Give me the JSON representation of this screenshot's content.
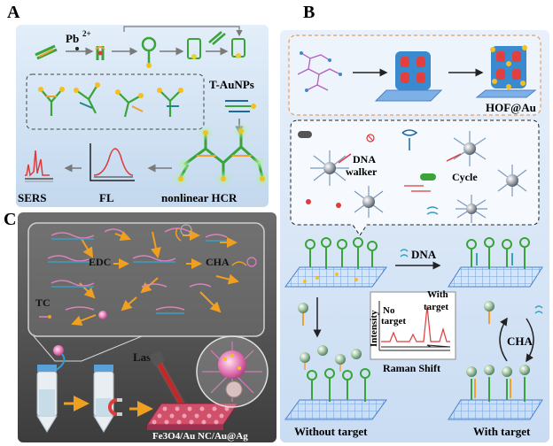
{
  "panels": {
    "a": {
      "letter": "A",
      "ion_label": "Pb",
      "ion_charge": "2+",
      "nanoparticle_label": "T-AuNPs",
      "readouts": [
        "SERS",
        "FL",
        "nonlinear  HCR"
      ]
    },
    "b": {
      "letter": "B",
      "material_label": "HOF@Au",
      "walker_label_1": "DNA",
      "walker_label_2": "walker",
      "cycle_label": "Cycle",
      "dna_arrow_label": "DNA",
      "cha_label": "CHA",
      "without_target_label": "Without target",
      "with_target_label": "With target",
      "spectrum": {
        "y_axis": "Intensity",
        "x_axis": "Raman  Shift",
        "no_target_1": "No",
        "no_target_2": "target",
        "with_target_1": "With",
        "with_target_2": "target"
      }
    },
    "c": {
      "letter": "C",
      "edc_label": "EDC",
      "cha_label": "CHA",
      "tc_label": "TC",
      "laser_label": "Laser",
      "substrate_label": "Fe3O4/Au NC/Au@Ag"
    }
  },
  "colors": {
    "panel_a_bg": "#cfe1f3",
    "panel_b_bg": "#d6e6f8",
    "panel_c_bg": "#5a5a5a",
    "dna_green": "#3aa43a",
    "dna_orange": "#f0a030",
    "gold": "#f4c020",
    "laser_red": "#d42020",
    "spectrum_red": "#e03a3a"
  }
}
